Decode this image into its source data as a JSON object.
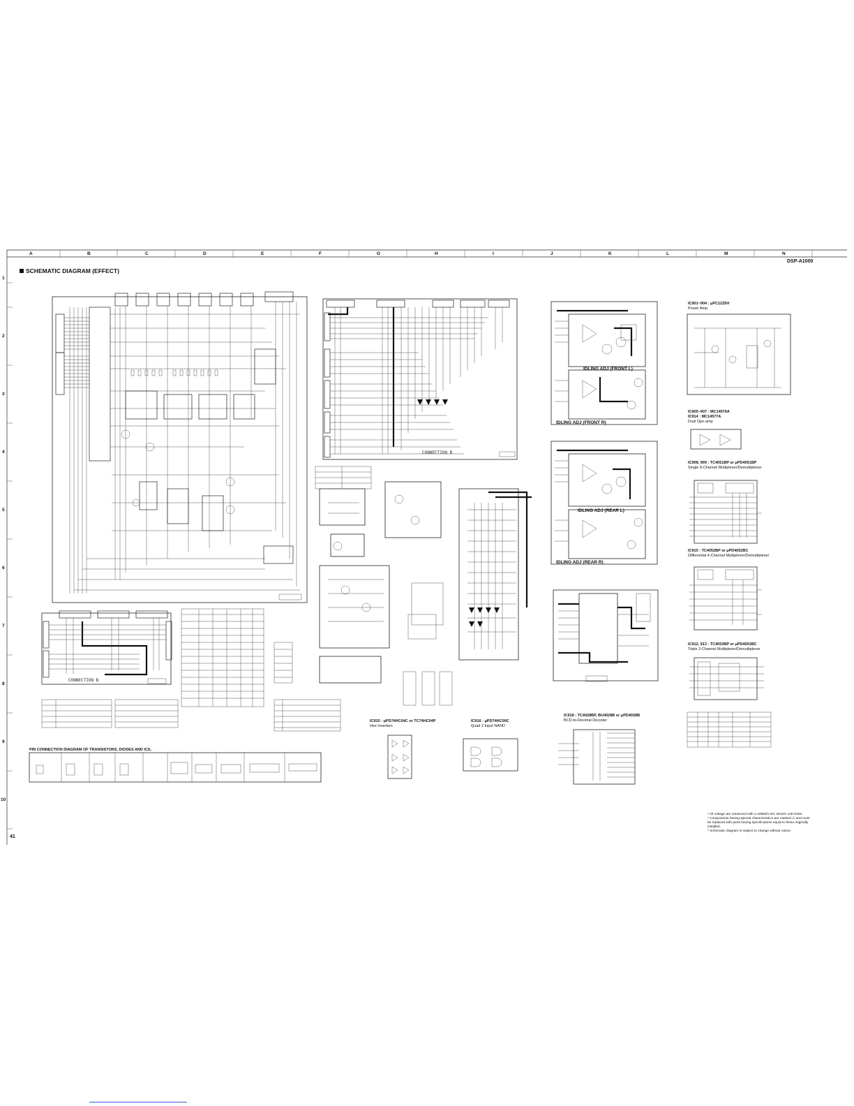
{
  "header": {
    "model": "DSP-A1000",
    "title": "SCHEMATIC DIAGRAM (EFFECT)",
    "page_number": "41"
  },
  "grid": {
    "columns": [
      "A",
      "B",
      "C",
      "D",
      "E",
      "F",
      "G",
      "H",
      "I",
      "J",
      "K",
      "L",
      "M",
      "N"
    ],
    "rows": [
      "1",
      "2",
      "3",
      "4",
      "5",
      "6",
      "7",
      "8",
      "9",
      "10"
    ]
  },
  "labels": {
    "conn_b_top": "CONNECTION B",
    "conn_b_bottom": "CONNECTION B",
    "idling_front_l": "IDLING ADJ (FRONT L)",
    "idling_front_r": "IDLING ADJ (FRONT R)",
    "idling_rear_l": "IDLING ADJ (REAR L)",
    "idling_rear_r": "IDLING ADJ (REAR R)"
  },
  "ic_blocks": {
    "ic901": {
      "title": "IC901~904 : μPC1225H",
      "subtitle": "Power Amp"
    },
    "ic905": {
      "title": "IC905~907 : MC14576A",
      "title2": "IC914 : MC14577A",
      "subtitle": "Dual Ope-amp"
    },
    "ic908": {
      "title": "IC908, 909 : TC4051BP or μPD4051BP",
      "subtitle": "Single 8-Channel Multiplexer/Demultiplexer"
    },
    "ic910": {
      "title": "IC910 : TC4052BP or μPD4052BC",
      "subtitle": "Differential 4-Channel Multiplexer/Demultiplexer"
    },
    "ic912": {
      "title": "IC912, 913 : TC4053BP or μPD4053BC",
      "subtitle": "Triple 2-Channel Multiplexer/Demultiplexer"
    },
    "ic915": {
      "title": "IC915 : μPD74HC04C or TC74HC04P",
      "subtitle": "Hex Inverters"
    },
    "ic916": {
      "title": "IC916 : μPD74HC00C",
      "subtitle": "Quad 2 Input NAND"
    },
    "ic918": {
      "title": "IC918 : TC4028BP, BU4028B or μPD4028B",
      "subtitle": "BCD-to-Decimal Decoder"
    }
  },
  "pin_diagram": {
    "title": "PIN CONNECTION DIAGRAM OF TRANSISTORS, DIODES AND ICS."
  },
  "notes": [
    "* All voltage are measured with a 10MΩ/V DC electric volt meter.",
    "* Components having special characteristics are marked ⚠ and must",
    "  be replaced with parts having specifications equal to those originally",
    "  installed.",
    "* Schematic diagram is subject to change without notice."
  ]
}
